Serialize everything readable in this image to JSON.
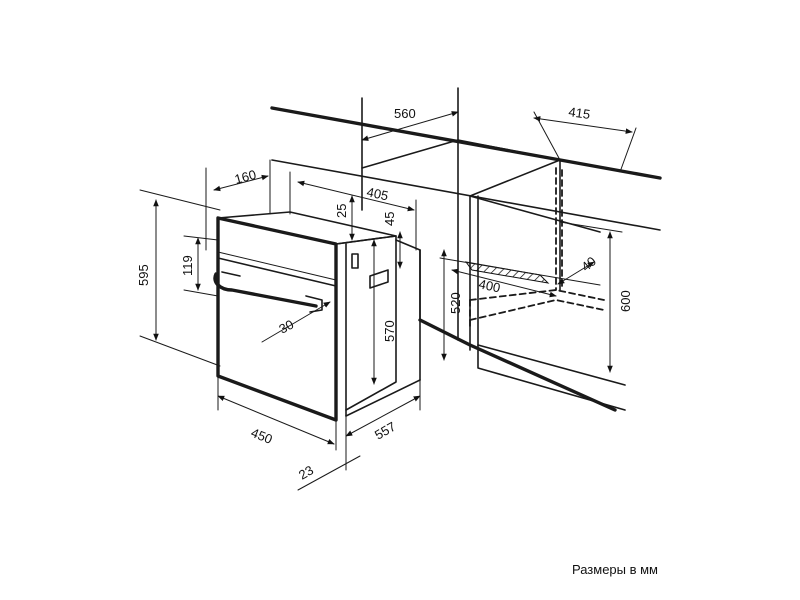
{
  "note": "Размеры в мм",
  "dimensions": {
    "cabinet_width": "560",
    "cabinet_depth": "415",
    "cutout_depth": "405",
    "top_clearance": "25",
    "top_gap": "45",
    "oven_height": "595",
    "control_panel_height": "119",
    "panel_depth": "160",
    "body_height": "570",
    "niche_height": "520",
    "niche_width": "400",
    "vent_gap": "40",
    "cabinet_height": "600",
    "handle_offset": "30",
    "oven_width": "450",
    "oven_depth": "557",
    "door_thickness": "23"
  }
}
